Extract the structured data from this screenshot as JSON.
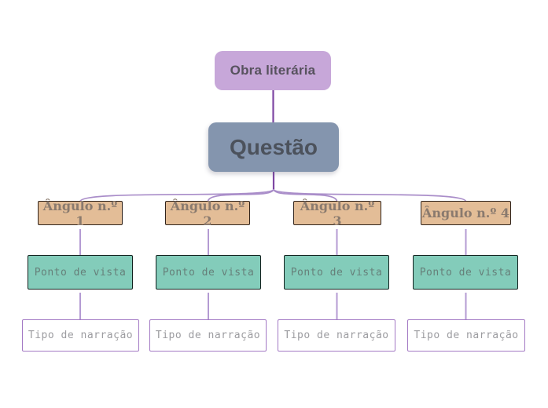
{
  "diagram": {
    "root": {
      "label": "Obra literária"
    },
    "question": {
      "label": "Questão"
    },
    "branches": [
      {
        "angle": "Ângulo n.º 1",
        "point_of_view": "Ponto de vista",
        "narration_type": "Tipo de narração"
      },
      {
        "angle": "Ângulo n.º 2",
        "point_of_view": "Ponto de vista",
        "narration_type": "Tipo de narração"
      },
      {
        "angle": "Ângulo n.º 3",
        "point_of_view": "Ponto de vista",
        "narration_type": "Tipo de narração"
      },
      {
        "angle": "Ângulo n.º 4",
        "point_of_view": "Ponto de vista",
        "narration_type": "Tipo de narração"
      }
    ]
  },
  "colors": {
    "canvas_bg": "#ffffff",
    "root_fill": "#c7a7d9",
    "root_text": "#57525e",
    "question_fill": "#8495ae",
    "question_text": "#4c525c",
    "angle_fill": "#e3bd97",
    "angle_border": "#30231b",
    "angle_text": "#8a7a6e",
    "pov_fill": "#83ccba",
    "pov_border": "#13211e",
    "pov_text": "#66807a",
    "narration_fill": "#ffffff",
    "narration_border": "#a379c4",
    "narration_text": "#9c9ca0",
    "connector_dark": "#7e47a3",
    "connector_light": "#a98dc9",
    "connector_vertical": "#b49bd3"
  }
}
